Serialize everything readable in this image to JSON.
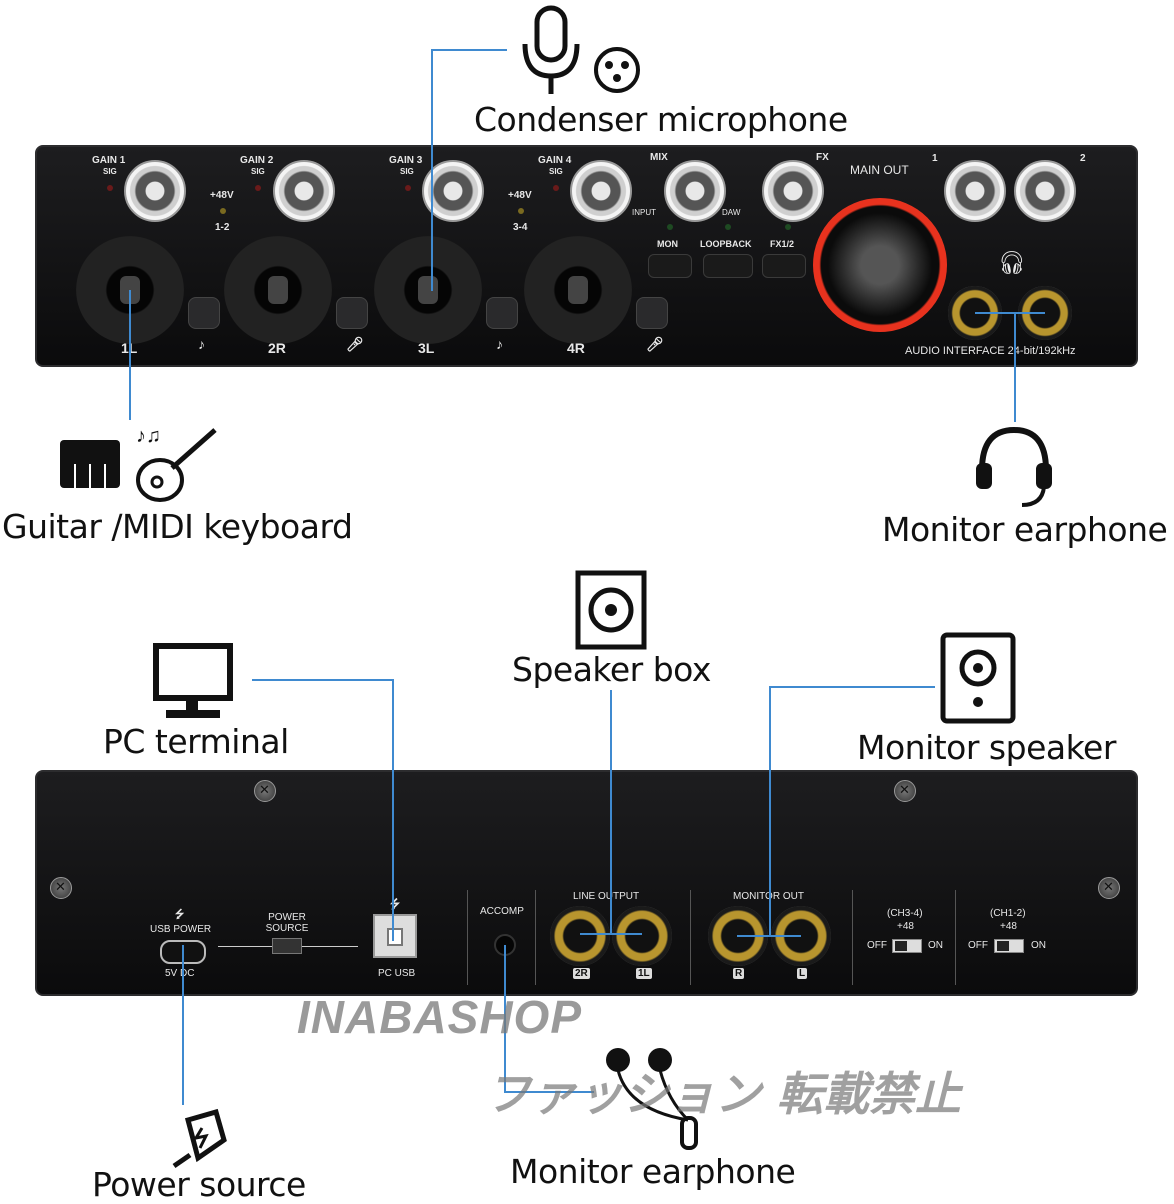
{
  "callouts": {
    "condenser_mic": "Condenser microphone",
    "guitar_midi": "Guitar /MIDI keyboard",
    "monitor_earphone_top": "Monitor earphone",
    "speaker_box": "Speaker box",
    "pc_terminal": "PC terminal",
    "monitor_speaker": "Monitor speaker",
    "power_source": "Power source",
    "monitor_earphone_bottom": "Monitor earphone"
  },
  "front": {
    "gain1": "GAIN 1",
    "gain2": "GAIN 2",
    "gain3": "GAIN 3",
    "gain4": "GAIN 4",
    "sig": "SIG",
    "p48": "+48V",
    "ch12": "1-2",
    "ch34": "3-4",
    "mix": "MIX",
    "fx": "FX",
    "input": "INPUT",
    "daw": "DAW",
    "mon": "MON",
    "loopback": "LOOPBACK",
    "fx12": "FX1/2",
    "main_out": "MAIN OUT",
    "hp1": "1",
    "hp2": "2",
    "ch_1l": "1L",
    "ch_2r": "2R",
    "ch_3l": "3L",
    "ch_4r": "4R",
    "model": "AUDIO INTERFACE 24-bit/192kHz"
  },
  "back": {
    "usb_power": "USB POWER",
    "dc": "5V DC",
    "power_source": "POWER SOURCE",
    "pc_usb": "PC USB",
    "accomp": "ACCOMP",
    "line_output": "LINE OUTPUT",
    "lo_2r": "2R",
    "lo_1l": "1L",
    "monitor_out": "MONITOR OUT",
    "mo_r": "R",
    "mo_l": "L",
    "ch34": "(CH3-4)",
    "ch12": "(CH1-2)",
    "p48": "+48",
    "off": "OFF",
    "on": "ON"
  },
  "watermark": {
    "shop": "INABASHOP",
    "notice": "ファッション 転載禁止"
  },
  "colors": {
    "callout_line": "#3f8ad0",
    "main_out_ring": "#e8321e"
  }
}
